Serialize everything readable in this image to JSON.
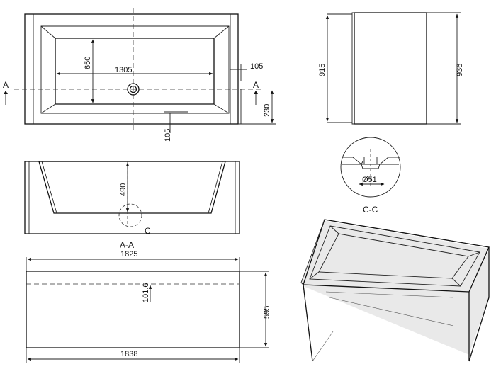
{
  "sections": {
    "section_marker": "A",
    "section_aa": "A-A",
    "detail_c": "C",
    "section_cc": "C-C"
  },
  "dimensions": {
    "inner_length_top": "1305",
    "inner_width_top": "650",
    "rim_side": "105",
    "rim_front": "105",
    "drain_offset": "230",
    "end_width": "915",
    "end_height": "936",
    "depth_inner": "490",
    "overall_length_top": "1825",
    "side_rebate": "101.6",
    "overall_height": "595",
    "overall_length_bottom": "1838",
    "drain_diameter": "Ø51"
  }
}
